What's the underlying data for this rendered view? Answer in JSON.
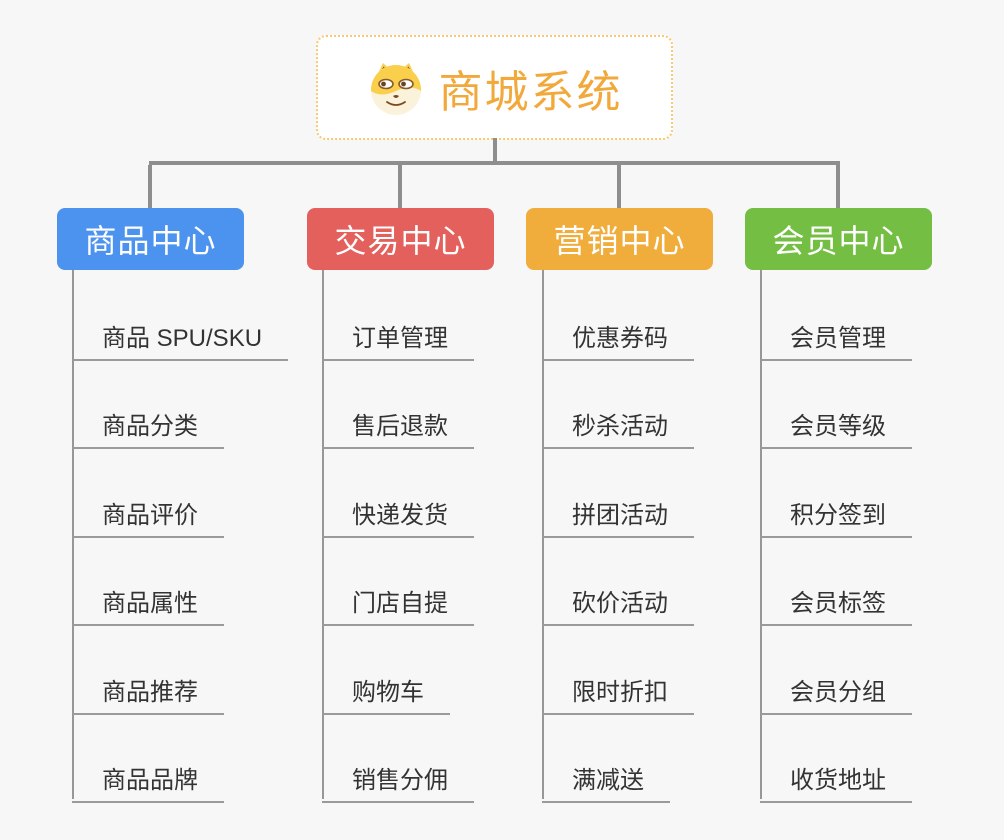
{
  "root": {
    "title": "商城系统",
    "icon": "dog-face-icon"
  },
  "branches": [
    {
      "label": "商品中心",
      "color": "#4c92ef",
      "items": [
        "商品 SPU/SKU",
        "商品分类",
        "商品评价",
        "商品属性",
        "商品推荐",
        "商品品牌"
      ]
    },
    {
      "label": "交易中心",
      "color": "#e4605c",
      "items": [
        "订单管理",
        "售后退款",
        "快递发货",
        "门店自提",
        "购物车",
        "销售分佣"
      ]
    },
    {
      "label": "营销中心",
      "color": "#f0ad3c",
      "items": [
        "优惠券码",
        "秒杀活动",
        "拼团活动",
        "砍价活动",
        "限时折扣",
        "满减送"
      ]
    },
    {
      "label": "会员中心",
      "color": "#74be43",
      "items": [
        "会员管理",
        "会员等级",
        "积分签到",
        "会员标签",
        "会员分组",
        "收货地址"
      ]
    }
  ],
  "palette": {
    "background": "#f7f7f7",
    "root_border": "#f8c873",
    "root_text": "#f2a93c",
    "connector_line": "#8e8e8e",
    "leaf_underline": "#9a9a9a",
    "leaf_text": "#333333"
  }
}
